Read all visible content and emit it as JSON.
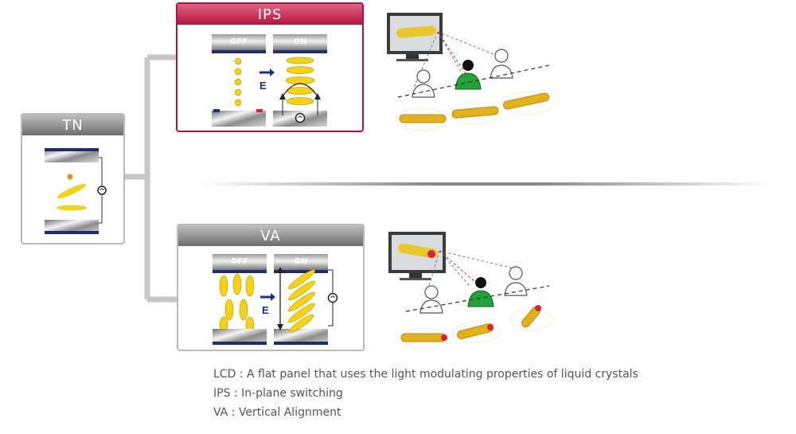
{
  "panels": {
    "tn": {
      "title": "TN"
    },
    "ips": {
      "title": "IPS",
      "off_label": "OFF",
      "on_label": "ON",
      "field_label": "E"
    },
    "va": {
      "title": "VA",
      "off_label": "OFF",
      "on_label": "ON",
      "field_label": "E"
    }
  },
  "legend": {
    "lcd": "LCD : A flat panel that  uses the light  modulating properties of liquid crystals",
    "ips": "IPS : In-plane switching",
    "va": "VA : Vertical  Alignment"
  },
  "colors": {
    "ips_accent": "#b4123c",
    "header_gray": "#7a7a7a",
    "crystal": "#f2d21d",
    "field_arrow": "#1d2e8a"
  }
}
